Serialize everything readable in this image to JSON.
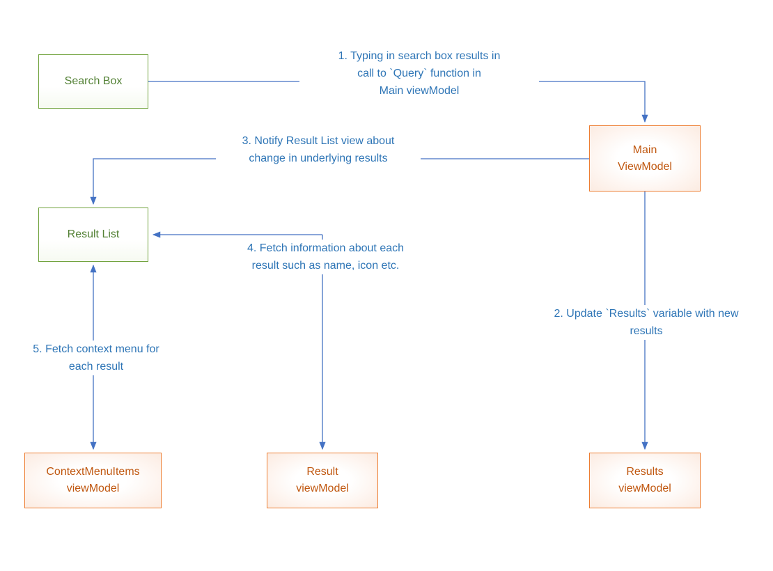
{
  "diagram": {
    "title": "Search MVVM flow diagram",
    "colors": {
      "view_border": "#71a33e",
      "view_text": "#538135",
      "viewmodel_border": "#ed7d31",
      "viewmodel_text": "#c0570f",
      "connector": "#4472c4",
      "edge_label_text": "#2e75b6",
      "background": "#ffffff"
    },
    "nodes": {
      "search_box": {
        "label": "Search Box"
      },
      "main_viewmodel": {
        "label": "Main\nViewModel"
      },
      "result_list": {
        "label": "Result List"
      },
      "contextmenuitems_viewmodel": {
        "label": "ContextMenuItems\nviewModel"
      },
      "result_viewmodel": {
        "label": "Result\nviewModel"
      },
      "results_viewmodel": {
        "label": "Results\nviewModel"
      }
    },
    "edges": {
      "e1": {
        "label": "1. Typing in search box results in\ncall to `Query` function in\nMain viewModel"
      },
      "e2": {
        "label": "2. Update `Results` variable with new\nresults"
      },
      "e3": {
        "label": "3. Notify Result List view about\nchange in underlying results"
      },
      "e4": {
        "label": "4. Fetch information about each\nresult such as name, icon etc."
      },
      "e5": {
        "label": "5. Fetch context menu for\neach result"
      }
    }
  }
}
